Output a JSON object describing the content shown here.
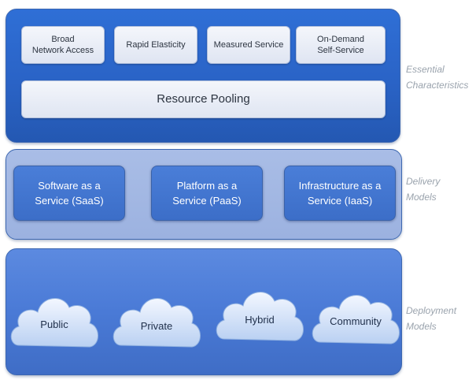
{
  "essential": {
    "side_label": "Essential\nCharacteristics",
    "chips": [
      "Broad\nNetwork Access",
      "Rapid Elasticity",
      "Measured Service",
      "On-Demand\nSelf-Service"
    ],
    "pool": "Resource Pooling"
  },
  "delivery": {
    "side_label": "Delivery\nModels",
    "boxes": [
      "Software as a\nService (SaaS)",
      "Platform as a\nService (PaaS)",
      "Infrastructure as a\nService (IaaS)"
    ]
  },
  "deployment": {
    "side_label": "Deployment\nModels",
    "clouds": [
      "Public",
      "Private",
      "Hybrid",
      "Community"
    ]
  }
}
